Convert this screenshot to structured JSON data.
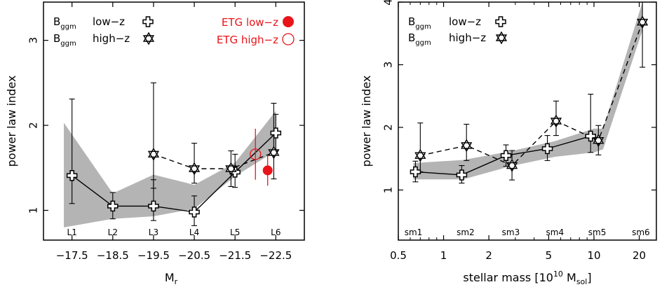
{
  "chart_data": [
    {
      "type": "line",
      "xlabel": "M",
      "xlabel_sub": "r",
      "ylabel": "power law index",
      "xlim": [
        -16.8,
        -23.2
      ],
      "ylim": [
        0.65,
        3.45
      ],
      "x_ticks": [
        -17.5,
        -18.5,
        -19.5,
        -20.5,
        -21.5,
        -22.5
      ],
      "x_tick_labels": [
        "−17.5",
        "−18.5",
        "−19.5",
        "−20.5",
        "−21.5",
        "−22.5"
      ],
      "y_ticks": [
        1,
        2,
        3
      ],
      "y_tick_labels": [
        "1",
        "2",
        "3"
      ],
      "bins": [
        {
          "label": "L1",
          "x": -17.5
        },
        {
          "label": "L2",
          "x": -18.5
        },
        {
          "label": "L3",
          "x": -19.5
        },
        {
          "label": "L4",
          "x": -20.5
        },
        {
          "label": "L5",
          "x": -21.5
        },
        {
          "label": "L6",
          "x": -22.5
        }
      ],
      "band": {
        "x": [
          -17.3,
          -18.5,
          -19.5,
          -20.5,
          -21.5,
          -22.5
        ],
        "lower": [
          0.8,
          0.9,
          0.93,
          1.02,
          1.4,
          1.7
        ],
        "upper": [
          2.03,
          1.2,
          1.42,
          1.3,
          1.56,
          2.17
        ]
      },
      "series": [
        {
          "name": "low−z",
          "marker": "cross",
          "line": "solid",
          "x": [
            -17.5,
            -18.5,
            -19.5,
            -20.5,
            -21.5,
            -22.5
          ],
          "y": [
            1.41,
            1.05,
            1.05,
            0.98,
            1.45,
            1.91
          ],
          "lo": [
            1.08,
            0.9,
            0.88,
            0.82,
            1.27,
            1.7
          ],
          "hi": [
            2.31,
            1.21,
            1.36,
            1.17,
            1.66,
            2.13
          ]
        },
        {
          "name": "high−z",
          "marker": "star",
          "line": "dashed",
          "x": [
            -19.5,
            -20.5,
            -21.4,
            -22.45
          ],
          "y": [
            1.66,
            1.49,
            1.49,
            1.68
          ],
          "lo": [
            1.26,
            1.32,
            1.28,
            1.37
          ],
          "hi": [
            2.5,
            1.79,
            1.7,
            2.26
          ]
        }
      ],
      "etg": [
        {
          "name": "ETG low−z",
          "marker": "filled-circle",
          "x": -22.3,
          "y": 1.47,
          "lo": 1.29,
          "hi": 1.65
        },
        {
          "name": "ETG high−z",
          "marker": "open-circle",
          "x": -22.0,
          "y": 1.66,
          "lo": 1.36,
          "hi": 1.96
        }
      ],
      "legend": {
        "b_label": "B",
        "b_sub": "ggm",
        "low": "low−z",
        "high": "high−z",
        "etg_low": "ETG low−z",
        "etg_high": "ETG high−z",
        "placement": "top"
      },
      "colors": {
        "band": "#b4b4b4",
        "etg": "#e8141a",
        "marker": "#000000"
      }
    },
    {
      "type": "line",
      "xlabel": "stellar mass [10",
      "xlabel_exp": "10",
      "xlabel_unit": " M",
      "xlabel_sub": "sol",
      "xlabel_end": "]",
      "ylabel": "power law index",
      "x_scale": "log",
      "xlim": [
        0.5,
        26
      ],
      "ylim": [
        0.2,
        4.0
      ],
      "x_ticks": [
        0.5,
        1,
        2,
        5,
        10,
        20
      ],
      "x_tick_labels": [
        "0.5",
        "1",
        "2",
        "5",
        "10",
        "20"
      ],
      "x_minor_ticks": [
        0.6,
        0.7,
        0.8,
        0.9,
        3,
        4,
        6,
        7,
        8,
        9
      ],
      "y_ticks": [
        1,
        2,
        3,
        4
      ],
      "y_tick_labels": [
        "1",
        "2",
        "3",
        "4"
      ],
      "bins": [
        {
          "label": "sm1",
          "x": 0.63
        },
        {
          "label": "sm2",
          "x": 1.4
        },
        {
          "label": "sm3",
          "x": 2.8
        },
        {
          "label": "sm4",
          "x": 5.5
        },
        {
          "label": "sm5",
          "x": 10.5
        },
        {
          "label": "sm6",
          "x": 20.5
        }
      ],
      "band": {
        "x": [
          0.63,
          1.35,
          2.8,
          5.5,
          10,
          11.5,
          21
        ],
        "lower": [
          1.17,
          1.17,
          1.38,
          1.53,
          1.6,
          1.65,
          3.55
        ],
        "upper": [
          1.43,
          1.48,
          1.62,
          1.78,
          1.98,
          1.98,
          4.0
        ]
      },
      "series": [
        {
          "name": "low−z",
          "marker": "cross",
          "line": "solid",
          "x": [
            0.65,
            1.32,
            2.6,
            4.9,
            9.5
          ],
          "y": [
            1.29,
            1.24,
            1.55,
            1.66,
            1.86
          ],
          "lo": [
            1.13,
            1.11,
            1.38,
            1.47,
            1.6
          ],
          "hi": [
            1.46,
            1.39,
            1.72,
            1.87,
            2.53
          ]
        },
        {
          "name": "high−z",
          "marker": "star",
          "line": "dashed",
          "x": [
            0.7,
            1.42,
            2.85,
            5.6,
            10.7,
            21
          ],
          "y": [
            1.55,
            1.71,
            1.39,
            2.1,
            1.79,
            3.68
          ],
          "lo": [
            1.29,
            1.47,
            1.16,
            1.87,
            1.56,
            2.96
          ],
          "hi": [
            2.07,
            2.05,
            1.63,
            2.42,
            2.03,
            4.0
          ]
        }
      ],
      "legend": {
        "b_label": "B",
        "b_sub": "ggm",
        "low": "low−z",
        "high": "high−z",
        "placement": "top-left"
      },
      "colors": {
        "band": "#b4b4b4",
        "marker": "#000000"
      }
    }
  ]
}
